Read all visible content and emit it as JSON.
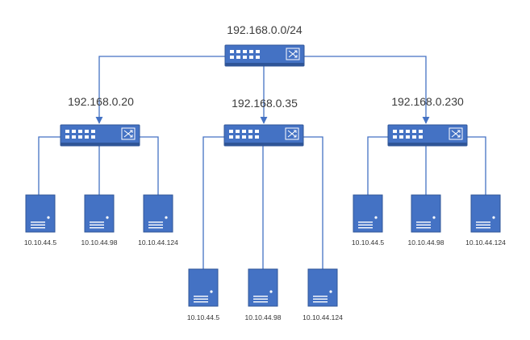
{
  "diagram": {
    "core_switch": {
      "label": "192.168.0.0/24",
      "icon": "switch-icon"
    },
    "branches": [
      {
        "switch_label": "192.168.0.20",
        "server_labels": [
          "10.10.44.5",
          "10.10.44.98",
          "10.10.44.124"
        ]
      },
      {
        "switch_label": "192.168.0.35",
        "server_labels": [
          "10.10.44.5",
          "10.10.44.98",
          "10.10.44.124"
        ]
      },
      {
        "switch_label": "192.168.0.230",
        "server_labels": [
          "10.10.44.5",
          "10.10.44.98",
          "10.10.44.124"
        ]
      }
    ],
    "colors": {
      "device": "#4472c4",
      "device_dark": "#2f5597",
      "wire": "#4472c4",
      "text": "#3b3b3b"
    }
  }
}
